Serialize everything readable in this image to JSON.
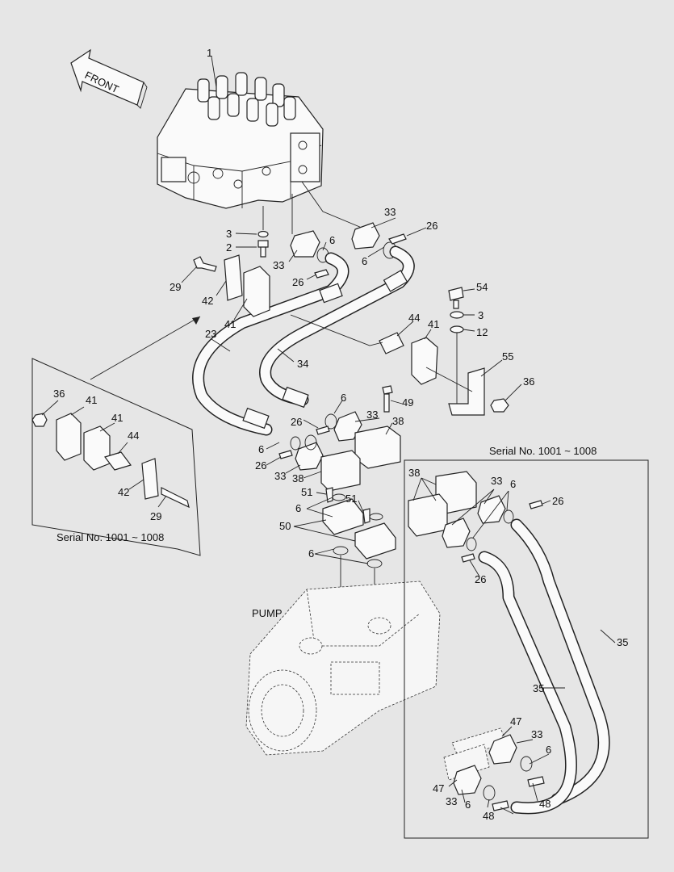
{
  "front_label": "FRONT",
  "pump_label": "PUMP",
  "serial_left": "Serial No. 1001 ~ 1008",
  "serial_right": "Serial No. 1001 ~ 1008",
  "callouts": [
    {
      "id": "c-1",
      "text": "1"
    },
    {
      "id": "c-3a",
      "text": "3"
    },
    {
      "id": "c-2",
      "text": "2"
    },
    {
      "id": "c-29a",
      "text": "29"
    },
    {
      "id": "c-42a",
      "text": "42"
    },
    {
      "id": "c-41a",
      "text": "41"
    },
    {
      "id": "c-23",
      "text": "23"
    },
    {
      "id": "c-33a",
      "text": "33"
    },
    {
      "id": "c-6a",
      "text": "6"
    },
    {
      "id": "c-26a",
      "text": "26"
    },
    {
      "id": "c-33b",
      "text": "33"
    },
    {
      "id": "c-6b",
      "text": "6"
    },
    {
      "id": "c-26b",
      "text": "26"
    },
    {
      "id": "c-54",
      "text": "54"
    },
    {
      "id": "c-3b",
      "text": "3"
    },
    {
      "id": "c-12",
      "text": "12"
    },
    {
      "id": "c-44a",
      "text": "44"
    },
    {
      "id": "c-41b",
      "text": "41"
    },
    {
      "id": "c-55",
      "text": "55"
    },
    {
      "id": "c-36a",
      "text": "36"
    },
    {
      "id": "c-34",
      "text": "34"
    },
    {
      "id": "c-6c",
      "text": "6"
    },
    {
      "id": "c-49",
      "text": "49"
    },
    {
      "id": "c-33c",
      "text": "33"
    },
    {
      "id": "c-26c",
      "text": "26"
    },
    {
      "id": "c-38a",
      "text": "38"
    },
    {
      "id": "c-6d",
      "text": "6"
    },
    {
      "id": "c-26d",
      "text": "26"
    },
    {
      "id": "c-33d",
      "text": "33"
    },
    {
      "id": "c-38b",
      "text": "38"
    },
    {
      "id": "c-51a",
      "text": "51"
    },
    {
      "id": "c-51b",
      "text": "51"
    },
    {
      "id": "c-6e",
      "text": "6"
    },
    {
      "id": "c-50",
      "text": "50"
    },
    {
      "id": "c-6f",
      "text": "6"
    },
    {
      "id": "c-36b",
      "text": "36"
    },
    {
      "id": "c-41c",
      "text": "41"
    },
    {
      "id": "c-41d",
      "text": "41"
    },
    {
      "id": "c-44b",
      "text": "44"
    },
    {
      "id": "c-42b",
      "text": "42"
    },
    {
      "id": "c-29b",
      "text": "29"
    },
    {
      "id": "c-38c",
      "text": "38"
    },
    {
      "id": "c-33e",
      "text": "33"
    },
    {
      "id": "c-6g",
      "text": "6"
    },
    {
      "id": "c-26e",
      "text": "26"
    },
    {
      "id": "c-26f",
      "text": "26"
    },
    {
      "id": "c-35a",
      "text": "35"
    },
    {
      "id": "c-35b",
      "text": "35"
    },
    {
      "id": "c-47a",
      "text": "47"
    },
    {
      "id": "c-33f",
      "text": "33"
    },
    {
      "id": "c-6h",
      "text": "6"
    },
    {
      "id": "c-47b",
      "text": "47"
    },
    {
      "id": "c-33g",
      "text": "33"
    },
    {
      "id": "c-6i",
      "text": "6"
    },
    {
      "id": "c-48a",
      "text": "48"
    },
    {
      "id": "c-48b",
      "text": "48"
    }
  ]
}
